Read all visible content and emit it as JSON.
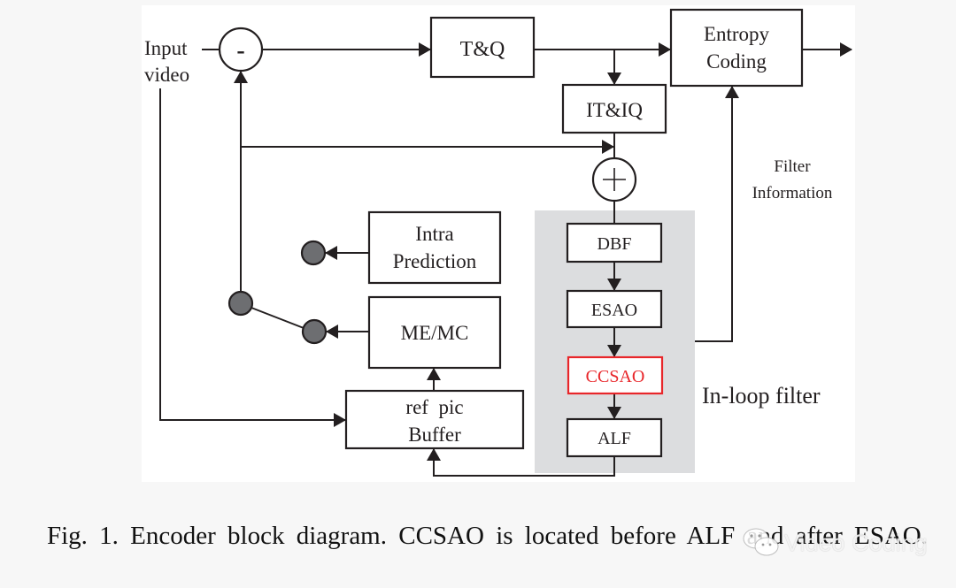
{
  "figure": {
    "inputs": {
      "input_video_line1": "Input",
      "input_video_line2": "video",
      "subtract_symbol": "-",
      "add_symbol": "+"
    },
    "blocks": {
      "tq": "T&Q",
      "entropy_line1": "Entropy",
      "entropy_line2": "Coding",
      "itiq": "IT&IQ",
      "intra_line1": "Intra",
      "intra_line2": "Prediction",
      "memc": "ME/MC",
      "refpic_line1": "ref  pic",
      "refpic_line2": "Buffer",
      "dbf": "DBF",
      "esao": "ESAO",
      "ccsao": "CCSAO",
      "alf": "ALF"
    },
    "labels": {
      "filter_info_line1": "Filter",
      "filter_info_line2": "Information",
      "in_loop_filter": "In-loop filter"
    },
    "colors": {
      "highlight": "#e8262a",
      "in_loop_region": "#dcdddf",
      "switch_node": "#6d6e71"
    }
  },
  "caption": {
    "text": "Fig. 1.  Encoder block diagram. CCSAO is located before ALF and after ESAO."
  },
  "watermark": {
    "text": "Video Coding",
    "icon": "wechat-icon"
  }
}
